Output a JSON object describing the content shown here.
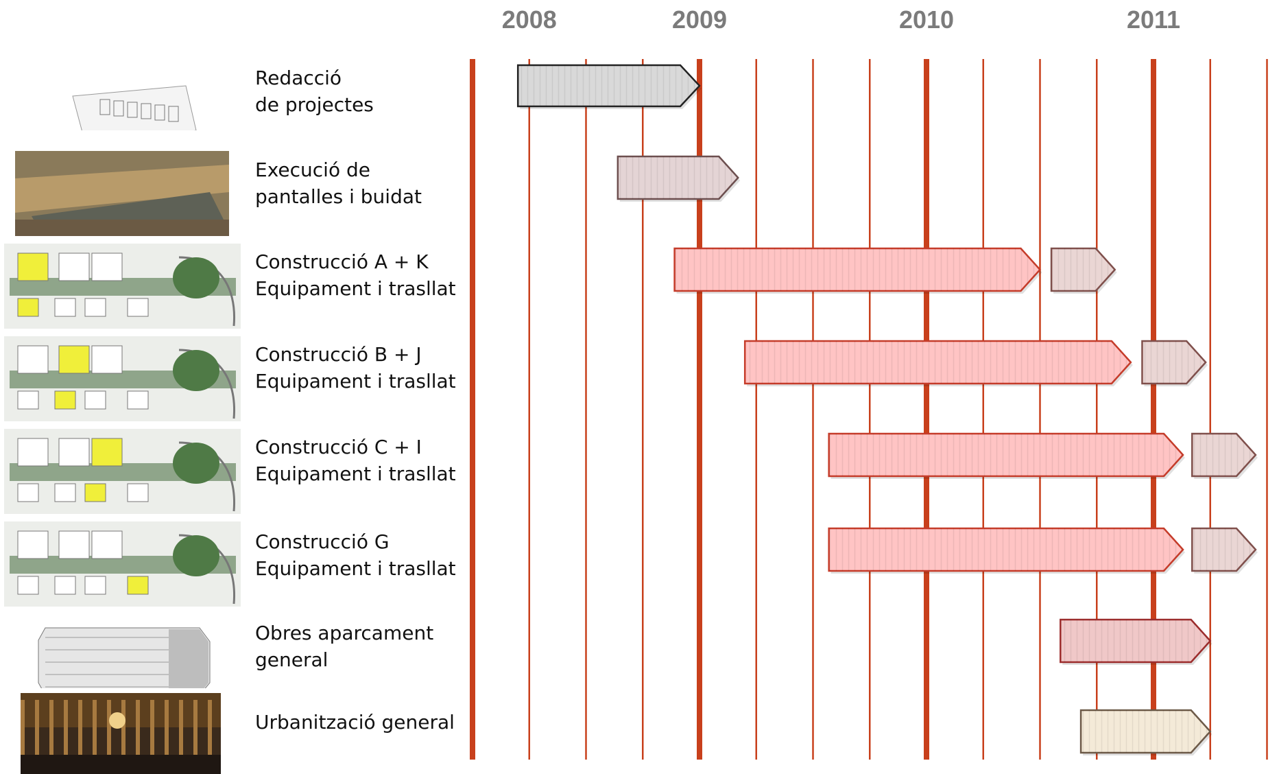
{
  "years": [
    {
      "label": "2008",
      "anchor": 0.25
    },
    {
      "label": "2009",
      "anchor": 1.0
    },
    {
      "label": "2010",
      "anchor": 2.0
    },
    {
      "label": "2011",
      "anchor": 3.0
    }
  ],
  "tasks": [
    {
      "lines": [
        "Redacció",
        "de projectes"
      ],
      "image": "drawing-sketch",
      "bars": [
        {
          "start": 0.2,
          "end": 1.0,
          "fill": "#d9d9d9",
          "stroke": "#222222"
        }
      ]
    },
    {
      "lines": [
        "Execució de",
        "pantalles i buidat"
      ],
      "image": "aerial-photo",
      "bars": [
        {
          "start": 0.64,
          "end": 1.17,
          "fill": "#e4d4d5",
          "stroke": "#6d4f4f"
        }
      ]
    },
    {
      "lines": [
        "Construcció A + K",
        "Equipament i trasllat"
      ],
      "image": "site-plan-AK",
      "bars": [
        {
          "start": 0.89,
          "end": 2.5,
          "fill": "#ffc4c4",
          "stroke": "#c63c2a"
        },
        {
          "start": 2.55,
          "end": 2.83,
          "fill": "#ead6d4",
          "stroke": "#80504c"
        }
      ]
    },
    {
      "lines": [
        "Construcció B + J",
        "Equipament i trasllat"
      ],
      "image": "site-plan-BJ",
      "bars": [
        {
          "start": 1.2,
          "end": 2.9,
          "fill": "#ffc4c4",
          "stroke": "#c63c2a"
        },
        {
          "start": 2.95,
          "end": 3.23,
          "fill": "#ead6d4",
          "stroke": "#80504c"
        }
      ]
    },
    {
      "lines": [
        "Construcció C + I",
        "Equipament i trasllat"
      ],
      "image": "site-plan-CI",
      "bars": [
        {
          "start": 1.57,
          "end": 3.13,
          "fill": "#ffc4c4",
          "stroke": "#c63c2a"
        },
        {
          "start": 3.17,
          "end": 3.45,
          "fill": "#ead6d4",
          "stroke": "#80504c"
        }
      ]
    },
    {
      "lines": [
        "Construcció G",
        "Equipament i trasllat"
      ],
      "image": "site-plan-G",
      "bars": [
        {
          "start": 1.57,
          "end": 3.13,
          "fill": "#ffc4c4",
          "stroke": "#c63c2a"
        },
        {
          "start": 3.17,
          "end": 3.45,
          "fill": "#ead6d4",
          "stroke": "#80504c"
        }
      ]
    },
    {
      "lines": [
        "Obres aparcament",
        "general"
      ],
      "image": "parking-plan",
      "bars": [
        {
          "start": 2.59,
          "end": 3.25,
          "fill": "#f0c8c8",
          "stroke": "#9c2c2c"
        }
      ]
    },
    {
      "lines": [
        "Urbanització general"
      ],
      "image": "night-render",
      "bars": [
        {
          "start": 2.68,
          "end": 3.25,
          "fill": "#f4ead8",
          "stroke": "#6d5a48"
        }
      ]
    }
  ],
  "colors": {
    "grid_line": "#c8401c",
    "year_text": "#7b7b7b"
  }
}
